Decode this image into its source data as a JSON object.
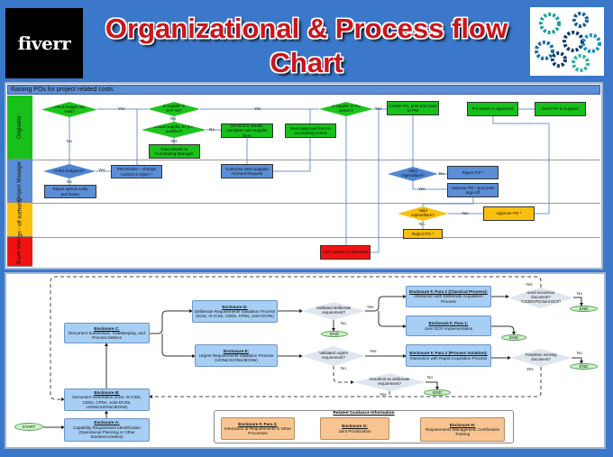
{
  "header": {
    "brand": "fiverr",
    "title_line1": "Organizational & Process flow",
    "title_line2": "Chart",
    "gear_image": "gears-process-icon"
  },
  "top": {
    "title": "Raising POs for project related costs",
    "lanes": [
      "Originator",
      "Project Manager",
      "Sign - off authority",
      "Super user"
    ],
    "nodes": {
      "check_budget": "Check budget line exist?",
      "in_sap": "Is supplier in SAP list?",
      "prequal": "Should supplier be pre-qualified?",
      "pass_details": "Pass details to Purchasing Manager",
      "get_bacs": "Get BACS details, complete new supplier form",
      "send_approval": "Send approval form to accounting centre",
      "in_po_system": "Is supplier in PO system?",
      "create_po": "Create PO, print and pass to PM",
      "po_status": "PO status to approved",
      "send_po": "Send PO to supplier",
      "budgeted": "Is this budgeted?",
      "reject_spend": "Reject spend notify purchaser",
      "pm_resolve": "PM resolve – change control or reject *",
      "authorise": "Authorise New Supplier Account Request",
      "valid_pm": "Valid expenditure?",
      "reject_po_pm": "Reject PO *",
      "approve_pass": "Approve PO * and pass sign-off",
      "valid_sign": "Valid expenditure?",
      "approve_sign": "Approve PO *",
      "reject_sign": "Reject PO *",
      "add_supplier": "Add supplier to database"
    },
    "yes": "Yes",
    "no": "No"
  },
  "bottom": {
    "encl_a": {
      "title": "Enclosure A:",
      "text": "Capability Requirement Identification (Operational Planning or Other Studies/Activities)"
    },
    "encl_b": {
      "title": "Enclosure B:",
      "text": "Document Generation (CDs, IS ICDs, CDDs, CPDs, Joint DCRs, UONs/JUONs/JEONs)"
    },
    "encl_c": {
      "title": "Enclosure C:",
      "text": "Document Submission, Gatekeeping, and Process Metrics"
    },
    "encl_d": {
      "title": "Enclosure D:",
      "text": "Deliberate Requirements Validation Process (ICDs, IS ICDs, CDDs, CPDs, Joint DCRs)"
    },
    "encl_e": {
      "title": "Enclosure E:",
      "text": "Urgent Requirements Validation Process (UONs/JUONs/JEONs)"
    },
    "encl_f2c": {
      "title": "Enclosure F, Para 2 (Classical Process):",
      "text": "Interaction with Deliberate Acquisition Process"
    },
    "encl_f1": {
      "title": "Enclosure F, Para 1:",
      "text": "Joint DCR Implementation"
    },
    "encl_f2p": {
      "title": "Enclosure F, Para 2 (Process Variation):",
      "text": "Interaction with Rapid Acquisition Process"
    },
    "val_deliberate": "Validated deliberate requirement?",
    "val_urgent": "Validated urgent requirement?",
    "need_successor": "Need successor document? (CDD/CPD/Joint DCR)",
    "transition": "Transition existing document?",
    "resubmit": "Resubmit as deliberate requirement?",
    "start": "START",
    "end": "END",
    "yes": "Yes",
    "no": "No",
    "guidance": {
      "title": "Related Guidance Information",
      "f3": {
        "title": "Enclosure F, Para 3:",
        "text": "Interaction of Requirements in Other Processes"
      },
      "g": {
        "title": "Enclosure G:",
        "text": "Joint Prioritization"
      },
      "h": {
        "title": "Enclosure H:",
        "text": "Requirements Management Certification Training"
      }
    }
  }
}
